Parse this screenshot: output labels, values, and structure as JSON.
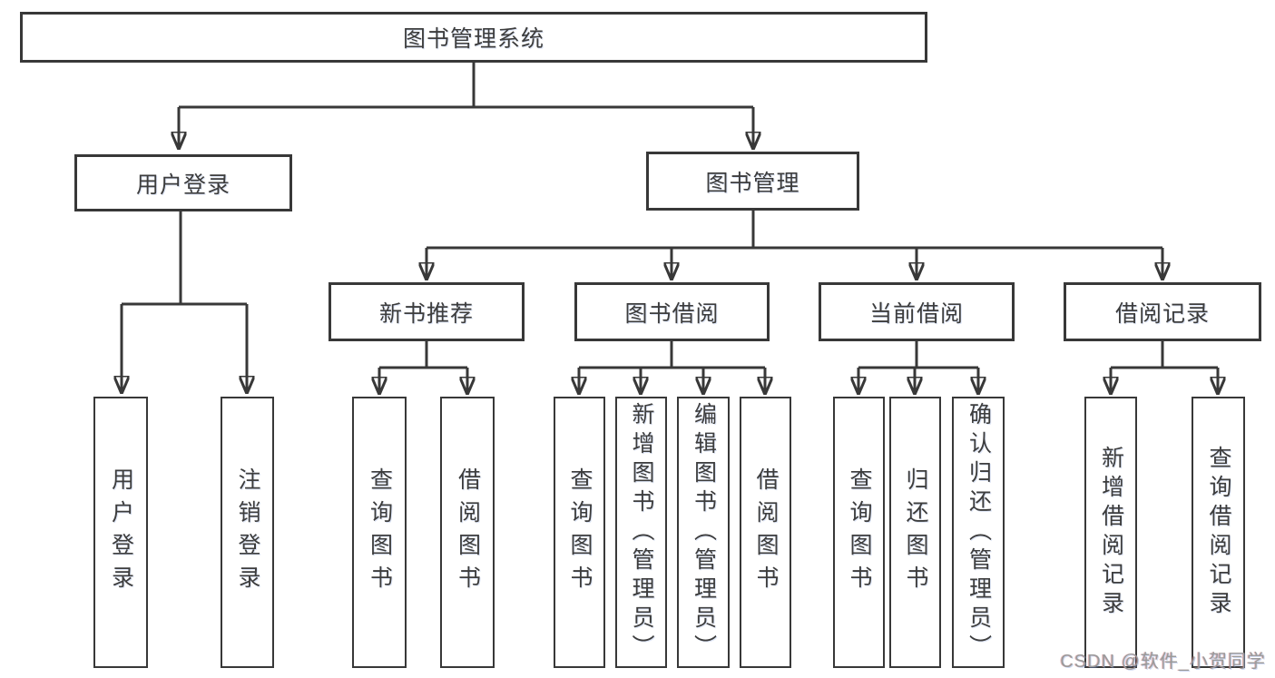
{
  "colors": {
    "line": "#383838",
    "text": "#3d3d3d",
    "watermark": "#9a9a9a"
  },
  "tree": {
    "root": {
      "label": "图书管理系统"
    },
    "level2": [
      {
        "id": "user-login",
        "label": "用户登录"
      },
      {
        "id": "book-management",
        "label": "图书管理"
      }
    ],
    "level3": [
      {
        "id": "new-book-recommend",
        "label": "新书推荐",
        "parent": "book-management"
      },
      {
        "id": "book-borrow",
        "label": "图书借阅",
        "parent": "book-management"
      },
      {
        "id": "current-borrow",
        "label": "当前借阅",
        "parent": "book-management"
      },
      {
        "id": "borrow-records",
        "label": "借阅记录",
        "parent": "book-management"
      }
    ],
    "leaves": [
      {
        "group": "user-login",
        "label": "用户登录"
      },
      {
        "group": "user-login",
        "label": "注销登录"
      },
      {
        "group": "new-book-recommend",
        "label": "查询图书"
      },
      {
        "group": "new-book-recommend",
        "label": "借阅图书"
      },
      {
        "group": "book-borrow",
        "label": "查询图书"
      },
      {
        "group": "book-borrow",
        "label": "新增图书（管理员）"
      },
      {
        "group": "book-borrow",
        "label": "编辑图书（管理员）"
      },
      {
        "group": "book-borrow",
        "label": "借阅图书"
      },
      {
        "group": "current-borrow",
        "label": "查询图书"
      },
      {
        "group": "current-borrow",
        "label": "归还图书"
      },
      {
        "group": "current-borrow",
        "label": "确认归还（管理员）"
      },
      {
        "group": "borrow-records",
        "label": "新增借阅记录"
      },
      {
        "group": "borrow-records",
        "label": "查询借阅记录"
      }
    ]
  },
  "watermark": {
    "text": "CSDN @软件_小贺同学"
  }
}
